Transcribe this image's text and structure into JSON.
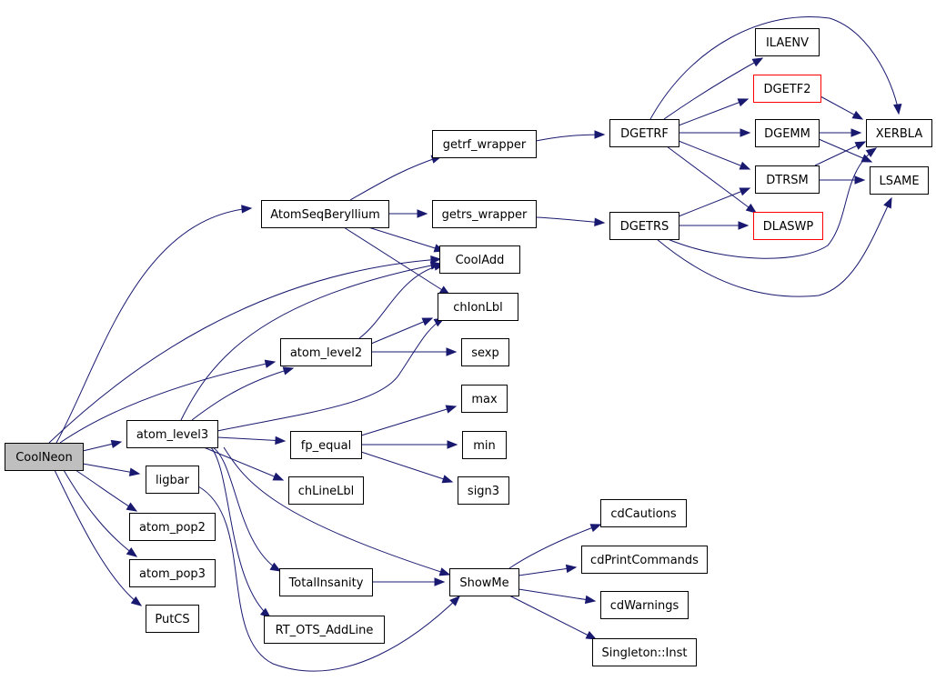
{
  "graph": {
    "nodes": [
      {
        "id": "coolneon",
        "label": "CoolNeon",
        "style": "root"
      },
      {
        "id": "atomseqberyllium",
        "label": "AtomSeqBeryllium",
        "style": "normal"
      },
      {
        "id": "getrf_wrapper",
        "label": "getrf_wrapper",
        "style": "normal"
      },
      {
        "id": "getrs_wrapper",
        "label": "getrs_wrapper",
        "style": "normal"
      },
      {
        "id": "dgetrf",
        "label": "DGETRF",
        "style": "normal"
      },
      {
        "id": "dgetrs",
        "label": "DGETRS",
        "style": "normal"
      },
      {
        "id": "ilaenv",
        "label": "ILAENV",
        "style": "normal"
      },
      {
        "id": "dgetf2",
        "label": "DGETF2",
        "style": "red"
      },
      {
        "id": "dgemm",
        "label": "DGEMM",
        "style": "normal"
      },
      {
        "id": "dtrsm",
        "label": "DTRSM",
        "style": "normal"
      },
      {
        "id": "dlaswp",
        "label": "DLASWP",
        "style": "red"
      },
      {
        "id": "xerbla",
        "label": "XERBLA",
        "style": "normal"
      },
      {
        "id": "lsame",
        "label": "LSAME",
        "style": "normal"
      },
      {
        "id": "cooladd",
        "label": "CoolAdd",
        "style": "normal"
      },
      {
        "id": "chionlbl",
        "label": "chIonLbl",
        "style": "normal"
      },
      {
        "id": "atom_level2",
        "label": "atom_level2",
        "style": "normal"
      },
      {
        "id": "sexp",
        "label": "sexp",
        "style": "normal"
      },
      {
        "id": "atom_level3",
        "label": "atom_level3",
        "style": "normal"
      },
      {
        "id": "fp_equal",
        "label": "fp_equal",
        "style": "normal"
      },
      {
        "id": "max",
        "label": "max",
        "style": "normal"
      },
      {
        "id": "min",
        "label": "min",
        "style": "normal"
      },
      {
        "id": "sign3",
        "label": "sign3",
        "style": "normal"
      },
      {
        "id": "chlinelbl",
        "label": "chLineLbl",
        "style": "normal"
      },
      {
        "id": "ligbar",
        "label": "ligbar",
        "style": "normal"
      },
      {
        "id": "atom_pop2",
        "label": "atom_pop2",
        "style": "normal"
      },
      {
        "id": "atom_pop3",
        "label": "atom_pop3",
        "style": "normal"
      },
      {
        "id": "putcs",
        "label": "PutCS",
        "style": "normal"
      },
      {
        "id": "totalinsanity",
        "label": "TotalInsanity",
        "style": "normal"
      },
      {
        "id": "rt_ots_addline",
        "label": "RT_OTS_AddLine",
        "style": "normal"
      },
      {
        "id": "showme",
        "label": "ShowMe",
        "style": "normal"
      },
      {
        "id": "cdcautions",
        "label": "cdCautions",
        "style": "normal"
      },
      {
        "id": "cdprintcommands",
        "label": "cdPrintCommands",
        "style": "normal"
      },
      {
        "id": "cdwarnings",
        "label": "cdWarnings",
        "style": "normal"
      },
      {
        "id": "singleton_inst",
        "label": "Singleton::Inst",
        "style": "normal"
      }
    ],
    "edges": [
      {
        "from": "coolneon",
        "to": "atomseqberyllium"
      },
      {
        "from": "coolneon",
        "to": "cooladd"
      },
      {
        "from": "coolneon",
        "to": "atom_level2"
      },
      {
        "from": "coolneon",
        "to": "atom_level3"
      },
      {
        "from": "coolneon",
        "to": "ligbar"
      },
      {
        "from": "coolneon",
        "to": "atom_pop2"
      },
      {
        "from": "coolneon",
        "to": "atom_pop3"
      },
      {
        "from": "coolneon",
        "to": "putcs"
      },
      {
        "from": "atomseqberyllium",
        "to": "getrf_wrapper"
      },
      {
        "from": "atomseqberyllium",
        "to": "getrs_wrapper"
      },
      {
        "from": "atomseqberyllium",
        "to": "cooladd"
      },
      {
        "from": "atomseqberyllium",
        "to": "chionlbl"
      },
      {
        "from": "getrf_wrapper",
        "to": "dgetrf"
      },
      {
        "from": "getrs_wrapper",
        "to": "dgetrs"
      },
      {
        "from": "dgetrf",
        "to": "ilaenv"
      },
      {
        "from": "dgetrf",
        "to": "dgetf2"
      },
      {
        "from": "dgetrf",
        "to": "dgemm"
      },
      {
        "from": "dgetrf",
        "to": "dtrsm"
      },
      {
        "from": "dgetrf",
        "to": "dlaswp"
      },
      {
        "from": "dgetrf",
        "to": "xerbla"
      },
      {
        "from": "dgetrs",
        "to": "dtrsm"
      },
      {
        "from": "dgetrs",
        "to": "dlaswp"
      },
      {
        "from": "dgetrs",
        "to": "xerbla"
      },
      {
        "from": "dgetrs",
        "to": "lsame"
      },
      {
        "from": "dgetf2",
        "to": "xerbla"
      },
      {
        "from": "dgemm",
        "to": "xerbla"
      },
      {
        "from": "dgemm",
        "to": "lsame"
      },
      {
        "from": "dtrsm",
        "to": "xerbla"
      },
      {
        "from": "dtrsm",
        "to": "lsame"
      },
      {
        "from": "atom_level2",
        "to": "cooladd"
      },
      {
        "from": "atom_level2",
        "to": "chionlbl"
      },
      {
        "from": "atom_level2",
        "to": "sexp"
      },
      {
        "from": "atom_level3",
        "to": "cooladd"
      },
      {
        "from": "atom_level3",
        "to": "atom_level2"
      },
      {
        "from": "atom_level3",
        "to": "chionlbl"
      },
      {
        "from": "atom_level3",
        "to": "fp_equal"
      },
      {
        "from": "atom_level3",
        "to": "chlinelbl"
      },
      {
        "from": "atom_level3",
        "to": "showme"
      },
      {
        "from": "atom_level3",
        "to": "totalinsanity"
      },
      {
        "from": "atom_level3",
        "to": "rt_ots_addline"
      },
      {
        "from": "fp_equal",
        "to": "max"
      },
      {
        "from": "fp_equal",
        "to": "min"
      },
      {
        "from": "fp_equal",
        "to": "sign3"
      },
      {
        "from": "ligbar",
        "to": "showme"
      },
      {
        "from": "totalinsanity",
        "to": "showme"
      },
      {
        "from": "showme",
        "to": "cdcautions"
      },
      {
        "from": "showme",
        "to": "cdprintcommands"
      },
      {
        "from": "showme",
        "to": "cdwarnings"
      },
      {
        "from": "showme",
        "to": "singleton_inst"
      }
    ]
  }
}
